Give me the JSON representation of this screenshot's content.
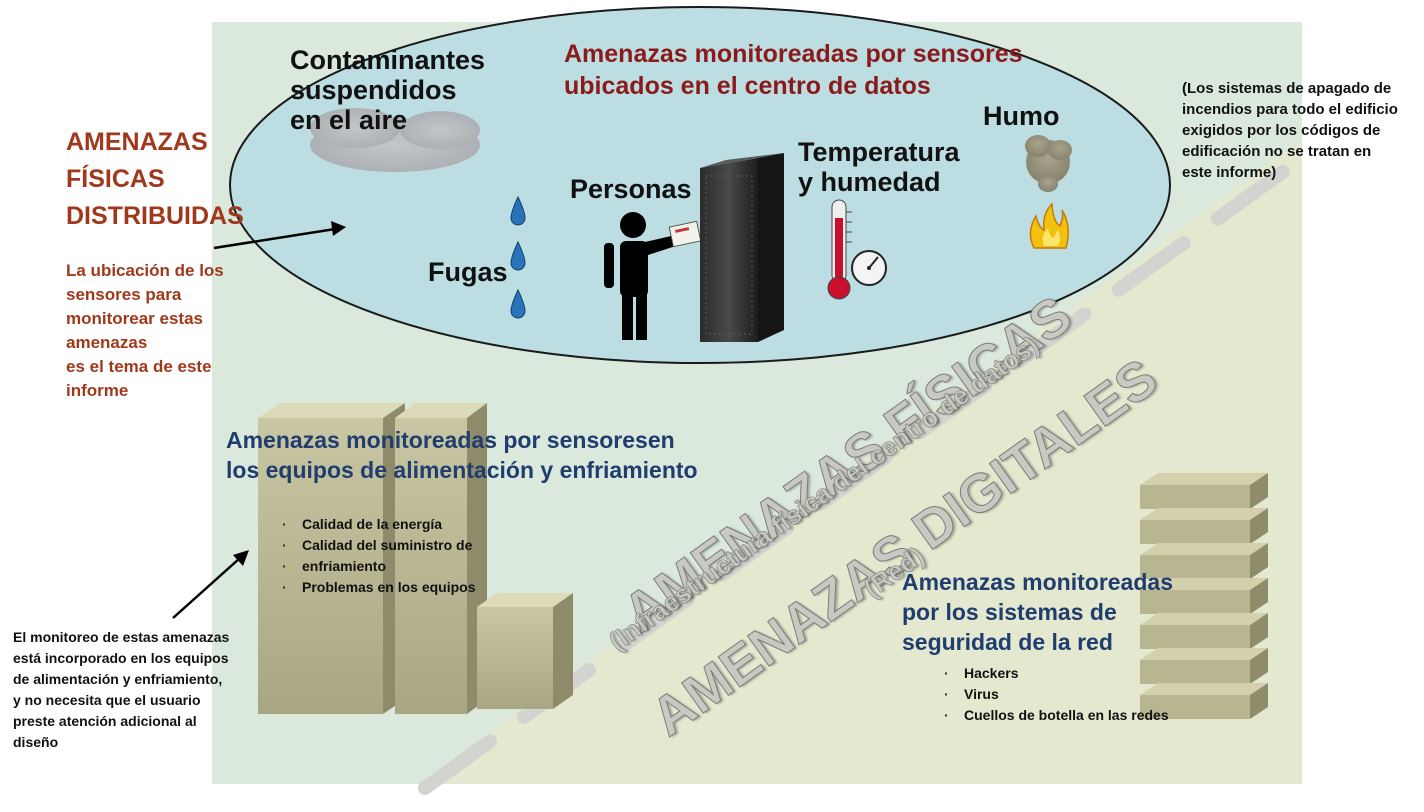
{
  "left_panel": {
    "title_lines": [
      "AMENAZAS",
      "FÍSICAS",
      "DISTRIBUIDAS"
    ],
    "subtitle_lines": [
      "La ubicación de los",
      "sensores para",
      "monitorear estas",
      "amenazas",
      "es el tema de este",
      "informe"
    ]
  },
  "oval": {
    "heading_lines": [
      "Amenazas monitoreadas por sensores",
      "ubicados en el centro de datos"
    ],
    "labels": {
      "contaminants": [
        "Contaminantes",
        "suspendidos",
        "en el aire"
      ],
      "people": "Personas",
      "temperature": [
        "Temperatura",
        "y humedad"
      ],
      "smoke": "Humo",
      "leaks": "Fugas"
    }
  },
  "side_note_lines": [
    "(Los sistemas de apagado de",
    "incendios para todo el edificio",
    "exigidos por los códigos de",
    "edificación no se tratan en",
    "este informe)"
  ],
  "power_cooling": {
    "heading_lines": [
      "Amenazas monitoreadas por sensoresen",
      "los equipos de alimentación y enfriamiento"
    ],
    "bullets": [
      "Calidad de la energía",
      "Calidad del suministro de",
      "enfriamiento",
      "Problemas en los equipos"
    ]
  },
  "bottom_note_lines": [
    "El monitoreo de estas amenazas",
    "está incorporado en los equipos",
    "de alimentación y enfriamiento,",
    "y no necesita que el usuario",
    "preste atención adicional al",
    "diseño"
  ],
  "diagonal": {
    "physical_title": "AMENAZAS FÍSICAS",
    "physical_subtitle": "(Infraestructura física del centro de datos)",
    "digital_title": "AMENAZAS DIGITALES",
    "digital_subtitle": "(Red)"
  },
  "network": {
    "heading_lines": [
      "Amenazas monitoreadas",
      "por los sistemas de",
      "seguridad de la red"
    ],
    "bullets": [
      "Hackers",
      "Virus",
      "Cuellos de botella en las redes"
    ]
  },
  "colors": {
    "oval_fill": "#bcdde2",
    "upper_bg": "#dbe8dc",
    "lower_bg": "#e3e8cf",
    "title_red": "#a0391c",
    "heading_red": "#8b1a1a",
    "heading_blue": "#1f3d6e"
  }
}
